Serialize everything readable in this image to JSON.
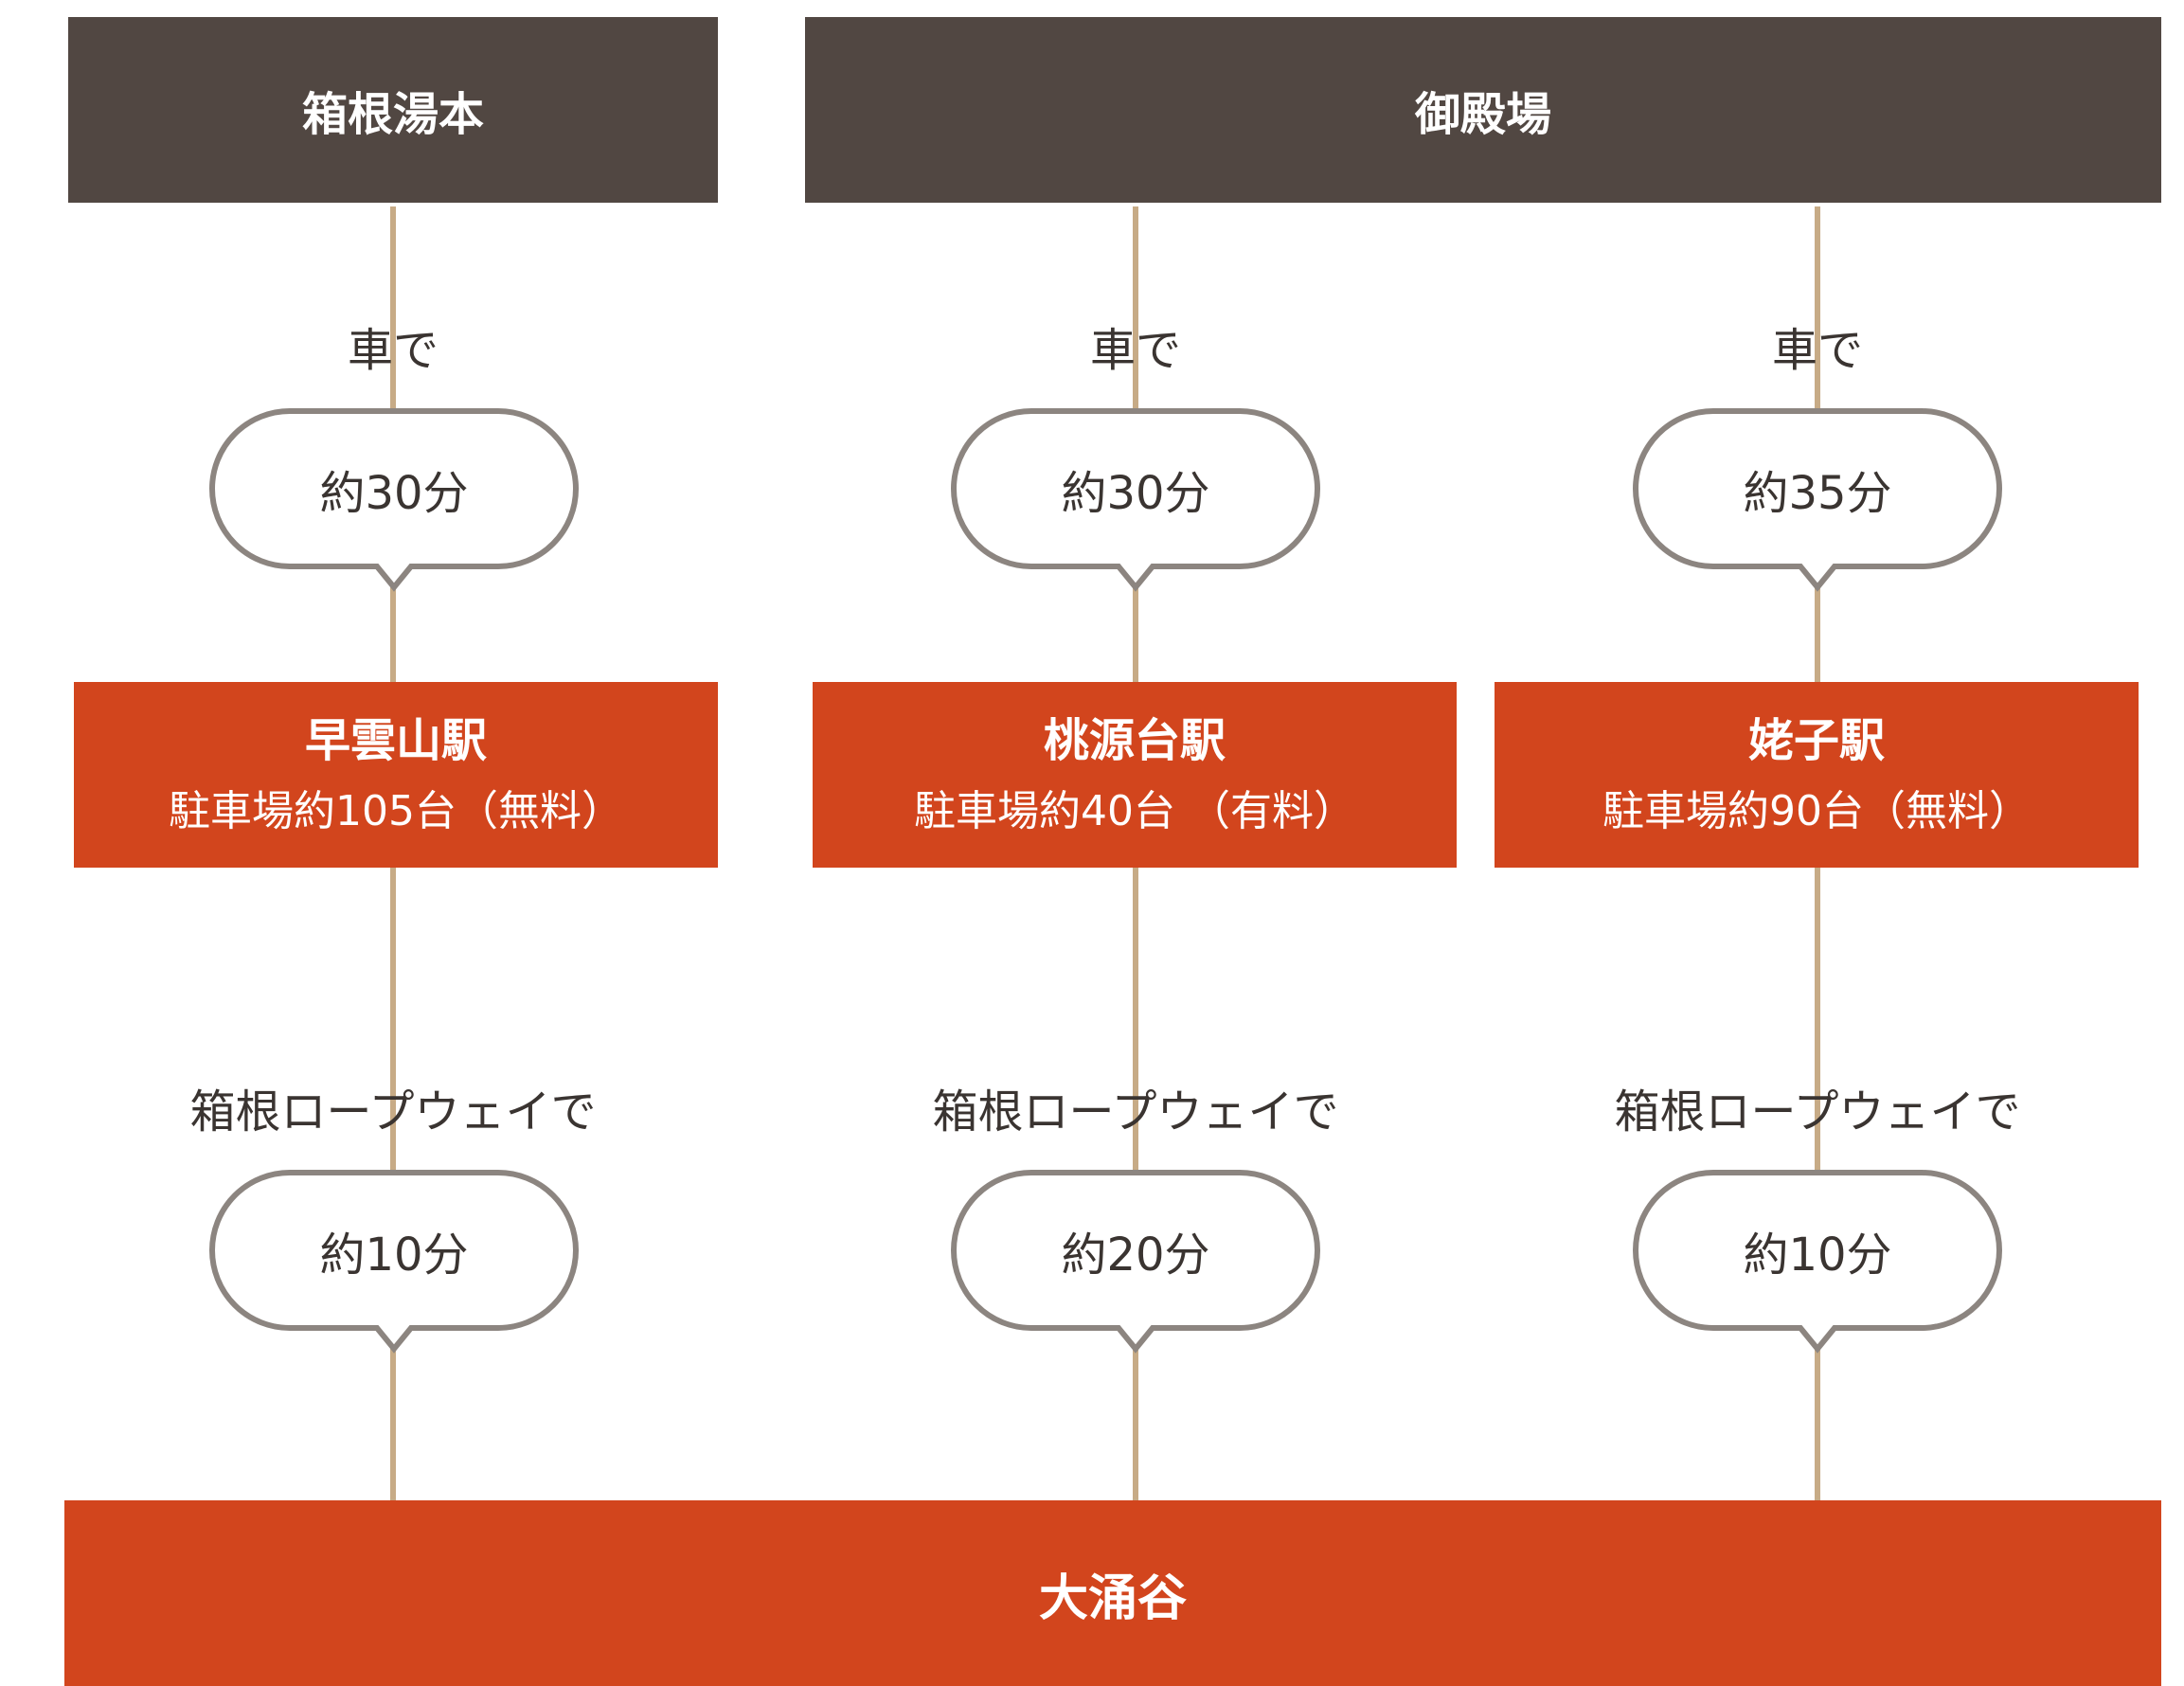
{
  "origins": [
    {
      "name": "箱根湯本"
    },
    {
      "name": "御殿場"
    }
  ],
  "routes": [
    {
      "transport1": "車で",
      "time1": "約30分",
      "station": "早雲山駅",
      "parking": "駐車場約105台（無料）",
      "transport2": "箱根ロープウェイで",
      "time2": "約10分"
    },
    {
      "transport1": "車で",
      "time1": "約30分",
      "station": "桃源台駅",
      "parking": "駐車場約40台 （有料）",
      "transport2": "箱根ロープウェイで",
      "time2": "約20分"
    },
    {
      "transport1": "車で",
      "time1": "約35分",
      "station": "姥子駅",
      "parking": "駐車場約90台（無料）",
      "transport2": "箱根ロープウェイで",
      "time2": "約10分"
    }
  ],
  "destination": {
    "name": "大涌谷"
  },
  "colors": {
    "header": "#514742",
    "station": "#d2451d",
    "connector": "#c7ab86",
    "bubble_border": "#8c8580"
  }
}
